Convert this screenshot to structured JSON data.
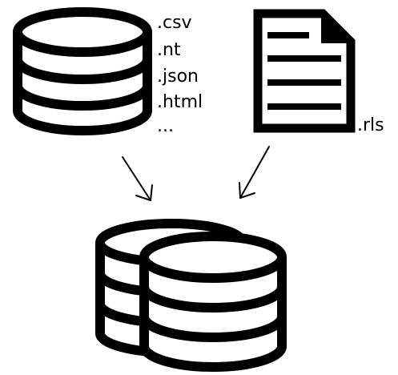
{
  "source_formats": [
    ".csv",
    ".nt",
    ".json",
    ".html",
    "..."
  ],
  "rules_file_ext": ".rls",
  "colors": {
    "stroke": "#000000",
    "background": "#ffffff"
  }
}
